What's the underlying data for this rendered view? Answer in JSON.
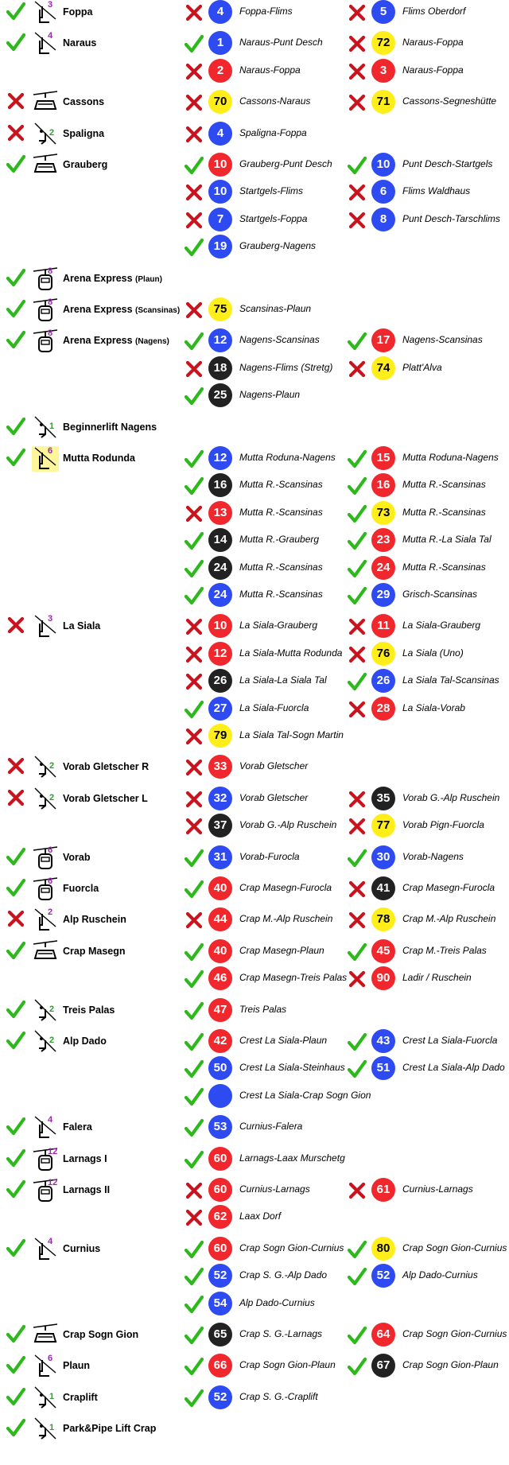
{
  "colors": {
    "open": "#2db81c",
    "closed": "#c8141e",
    "blue": "#2d4bf0",
    "red": "#f0282d",
    "black": "#222222",
    "yellow": "#ffee1a",
    "number": "#9c27b0",
    "number_green": "#2e9e2e"
  },
  "rows": [
    {
      "status": "open",
      "icon": "chairlift-icon",
      "capacity": "3",
      "name": "Foppa",
      "runs": [
        [
          {
            "status": "closed",
            "color": "blue",
            "number": "4",
            "name": "Foppa-Flims"
          },
          {
            "status": "closed",
            "color": "blue",
            "number": "5",
            "name": "Flims Oberdorf"
          }
        ]
      ]
    },
    {
      "status": "open",
      "icon": "chairlift-icon",
      "capacity": "4",
      "name": "Naraus",
      "runs": [
        [
          {
            "status": "open",
            "color": "blue",
            "number": "1",
            "name": "Naraus-Punt Desch"
          },
          {
            "status": "closed",
            "color": "yellow",
            "number": "72",
            "name": "Naraus-Foppa"
          }
        ],
        [
          {
            "status": "closed",
            "color": "red",
            "number": "2",
            "name": "Naraus-Foppa"
          },
          {
            "status": "closed",
            "color": "red",
            "number": "3",
            "name": "Naraus-Foppa"
          }
        ]
      ]
    },
    {
      "status": "closed",
      "icon": "aerial-tram-icon",
      "capacity": "",
      "name": "Cassons",
      "runs": [
        [
          {
            "status": "closed",
            "color": "yellow",
            "number": "70",
            "name": "Cassons-Naraus"
          },
          {
            "status": "closed",
            "color": "yellow",
            "number": "71",
            "name": "Cassons-Segneshütte"
          }
        ]
      ]
    },
    {
      "status": "closed",
      "icon": "draglift-icon",
      "capacity": "2",
      "name": "Spaligna",
      "runs": [
        [
          {
            "status": "closed",
            "color": "blue",
            "number": "4",
            "name": "Spaligna-Foppa"
          }
        ]
      ]
    },
    {
      "status": "open",
      "icon": "aerial-tram-icon",
      "capacity": "",
      "name": "Grauberg",
      "runs": [
        [
          {
            "status": "open",
            "color": "red",
            "number": "10",
            "name": "Grauberg-Punt Desch"
          },
          {
            "status": "open",
            "color": "blue",
            "number": "10",
            "name": "Punt Desch-Startgels"
          }
        ],
        [
          {
            "status": "closed",
            "color": "blue",
            "number": "10",
            "name": "Startgels-Flims"
          },
          {
            "status": "closed",
            "color": "blue",
            "number": "6",
            "name": "Flims Waldhaus"
          }
        ],
        [
          {
            "status": "closed",
            "color": "blue",
            "number": "7",
            "name": "Startgels-Foppa"
          },
          {
            "status": "closed",
            "color": "blue",
            "number": "8",
            "name": "Punt Desch-Tarschlims"
          }
        ],
        [
          {
            "status": "open",
            "color": "blue",
            "number": "19",
            "name": "Grauberg-Nagens"
          }
        ]
      ]
    },
    {
      "status": "open",
      "icon": "gondola-icon",
      "capacity": "8",
      "name": "Arena Express",
      "sub": "(Plaun)",
      "runs": []
    },
    {
      "status": "open",
      "icon": "gondola-icon",
      "capacity": "8",
      "name": "Arena Express",
      "sub": "(Scansinas)",
      "runs": [
        [
          {
            "status": "closed",
            "color": "yellow",
            "number": "75",
            "name": "Scansinas-Plaun"
          }
        ]
      ]
    },
    {
      "status": "open",
      "icon": "gondola-icon",
      "capacity": "8",
      "name": "Arena Express",
      "sub": "(Nagens)",
      "runs": [
        [
          {
            "status": "open",
            "color": "blue",
            "number": "12",
            "name": "Nagens-Scansinas"
          },
          {
            "status": "open",
            "color": "red",
            "number": "17",
            "name": "Nagens-Scansinas"
          }
        ],
        [
          {
            "status": "closed",
            "color": "black",
            "number": "18",
            "name": "Nagens-Flims (Stretg)"
          },
          {
            "status": "closed",
            "color": "yellow",
            "number": "74",
            "name": "Platt'Alva"
          }
        ],
        [
          {
            "status": "open",
            "color": "black",
            "number": "25",
            "name": "Nagens-Plaun"
          }
        ]
      ]
    },
    {
      "status": "open",
      "icon": "draglift-icon",
      "capacity": "1",
      "name": "Beginnerlift Nagens",
      "runs": []
    },
    {
      "status": "open",
      "icon": "chairlift-icon",
      "capacity": "6",
      "name": "Mutta Rodunda",
      "highlight": true,
      "runs": [
        [
          {
            "status": "open",
            "color": "blue",
            "number": "12",
            "name": "Mutta Roduna-Nagens"
          },
          {
            "status": "open",
            "color": "red",
            "number": "15",
            "name": "Mutta Roduna-Nagens"
          }
        ],
        [
          {
            "status": "open",
            "color": "black",
            "number": "16",
            "name": "Mutta R.-Scansinas"
          },
          {
            "status": "open",
            "color": "red",
            "number": "16",
            "name": "Mutta R.-Scansinas"
          }
        ],
        [
          {
            "status": "closed",
            "color": "red",
            "number": "13",
            "name": "Mutta R.-Scansinas"
          },
          {
            "status": "open",
            "color": "yellow",
            "number": "73",
            "name": "Mutta R.-Scansinas"
          }
        ],
        [
          {
            "status": "open",
            "color": "black",
            "number": "14",
            "name": "Mutta R.-Grauberg"
          },
          {
            "status": "open",
            "color": "red",
            "number": "23",
            "name": "Mutta R.-La Siala Tal"
          }
        ],
        [
          {
            "status": "open",
            "color": "black",
            "number": "24",
            "name": "Mutta R.-Scansinas"
          },
          {
            "status": "open",
            "color": "red",
            "number": "24",
            "name": "Mutta R.-Scansinas"
          }
        ],
        [
          {
            "status": "open",
            "color": "blue",
            "number": "24",
            "name": "Mutta R.-Scansinas"
          },
          {
            "status": "open",
            "color": "blue",
            "number": "29",
            "name": "Grisch-Scansinas"
          }
        ]
      ]
    },
    {
      "status": "closed",
      "icon": "chairlift-icon",
      "capacity": "3",
      "name": "La Siala",
      "runs": [
        [
          {
            "status": "closed",
            "color": "red",
            "number": "10",
            "name": "La Siala-Grauberg"
          },
          {
            "status": "closed",
            "color": "red",
            "number": "11",
            "name": "La Siala-Grauberg"
          }
        ],
        [
          {
            "status": "closed",
            "color": "red",
            "number": "12",
            "name": "La Siala-Mutta Rodunda"
          },
          {
            "status": "closed",
            "color": "yellow",
            "number": "76",
            "name": "La Siala (Uno)"
          }
        ],
        [
          {
            "status": "closed",
            "color": "black",
            "number": "26",
            "name": "La Siala-La Siala Tal"
          },
          {
            "status": "open",
            "color": "blue",
            "number": "26",
            "name": "La Siala Tal-Scansinas"
          }
        ],
        [
          {
            "status": "open",
            "color": "blue",
            "number": "27",
            "name": "La Siala-Fuorcla"
          },
          {
            "status": "closed",
            "color": "red",
            "number": "28",
            "name": "La Siala-Vorab"
          }
        ],
        [
          {
            "status": "closed",
            "color": "yellow",
            "number": "79",
            "name": "La Siala Tal-Sogn Martin"
          }
        ]
      ]
    },
    {
      "status": "closed",
      "icon": "draglift-icon",
      "capacity": "2",
      "name": "Vorab Gletscher R",
      "runs": [
        [
          {
            "status": "closed",
            "color": "red",
            "number": "33",
            "name": "Vorab Gletscher"
          }
        ]
      ]
    },
    {
      "status": "closed",
      "icon": "draglift-icon",
      "capacity": "2",
      "name": "Vorab Gletscher L",
      "runs": [
        [
          {
            "status": "closed",
            "color": "blue",
            "number": "32",
            "name": "Vorab Gletscher"
          },
          {
            "status": "closed",
            "color": "black",
            "number": "35",
            "name": "Vorab G.-Alp Ruschein"
          }
        ],
        [
          {
            "status": "closed",
            "color": "black",
            "number": "37",
            "name": "Vorab G.-Alp Ruschein"
          },
          {
            "status": "closed",
            "color": "yellow",
            "number": "77",
            "name": "Vorab Pign-Fuorcla"
          }
        ]
      ]
    },
    {
      "status": "open",
      "icon": "gondola-icon",
      "capacity": "6",
      "name": "Vorab",
      "runs": [
        [
          {
            "status": "open",
            "color": "blue",
            "number": "31",
            "name": "Vorab-Furocla"
          },
          {
            "status": "open",
            "color": "blue",
            "number": "30",
            "name": "Vorab-Nagens"
          }
        ]
      ]
    },
    {
      "status": "open",
      "icon": "gondola-icon",
      "capacity": "6",
      "name": "Fuorcla",
      "runs": [
        [
          {
            "status": "open",
            "color": "red",
            "number": "40",
            "name": "Crap Masegn-Furocla"
          },
          {
            "status": "closed",
            "color": "black",
            "number": "41",
            "name": "Crap Masegn-Furocla"
          }
        ]
      ]
    },
    {
      "status": "closed",
      "icon": "chairlift-icon",
      "capacity": "2",
      "name": "Alp Ruschein",
      "runs": [
        [
          {
            "status": "closed",
            "color": "red",
            "number": "44",
            "name": "Crap M.-Alp Ruschein"
          },
          {
            "status": "closed",
            "color": "yellow",
            "number": "78",
            "name": "Crap M.-Alp Ruschein"
          }
        ]
      ]
    },
    {
      "status": "open",
      "icon": "aerial-tram-icon",
      "capacity": "",
      "name": "Crap Masegn",
      "runs": [
        [
          {
            "status": "open",
            "color": "red",
            "number": "40",
            "name": "Crap Masegn-Plaun"
          },
          {
            "status": "open",
            "color": "red",
            "number": "45",
            "name": "Crap M.-Treis Palas"
          }
        ],
        [
          {
            "status": "open",
            "color": "red",
            "number": "46",
            "name": "Crap Masegn-Treis Palas"
          },
          {
            "status": "closed",
            "color": "red",
            "number": "90",
            "name": "Ladir / Ruschein"
          }
        ]
      ]
    },
    {
      "status": "open",
      "icon": "draglift-icon",
      "capacity": "2",
      "name": "Treis Palas",
      "runs": [
        [
          {
            "status": "open",
            "color": "red",
            "number": "47",
            "name": "Treis Palas"
          }
        ]
      ]
    },
    {
      "status": "open",
      "icon": "draglift-icon",
      "capacity": "2",
      "name": "Alp Dado",
      "runs": [
        [
          {
            "status": "open",
            "color": "red",
            "number": "42",
            "name": "Crest La Siala-Plaun"
          },
          {
            "status": "open",
            "color": "blue",
            "number": "43",
            "name": "Crest La Siala-Fuorcla"
          }
        ],
        [
          {
            "status": "open",
            "color": "blue",
            "number": "50",
            "name": "Crest La Siala-Steinhaus"
          },
          {
            "status": "open",
            "color": "blue",
            "number": "51",
            "name": "Crest La Siala-Alp Dado"
          }
        ],
        [
          {
            "status": "open",
            "color": "blue",
            "number": "",
            "name": "Crest La Siala-Crap Sogn Gion"
          }
        ]
      ]
    },
    {
      "status": "open",
      "icon": "chairlift-icon",
      "capacity": "4",
      "name": "Falera",
      "runs": [
        [
          {
            "status": "open",
            "color": "blue",
            "number": "53",
            "name": "Curnius-Falera"
          }
        ]
      ]
    },
    {
      "status": "open",
      "icon": "gondola-icon",
      "capacity": "12",
      "name": "Larnags I",
      "runs": [
        [
          {
            "status": "open",
            "color": "red",
            "number": "60",
            "name": "Larnags-Laax Murschetg"
          }
        ]
      ]
    },
    {
      "status": "open",
      "icon": "gondola-icon",
      "capacity": "12",
      "name": "Larnags II",
      "runs": [
        [
          {
            "status": "closed",
            "color": "red",
            "number": "60",
            "name": "Curnius-Larnags"
          },
          {
            "status": "closed",
            "color": "red",
            "number": "61",
            "name": "Curnius-Larnags"
          }
        ],
        [
          {
            "status": "closed",
            "color": "red",
            "number": "62",
            "name": "Laax Dorf"
          }
        ]
      ]
    },
    {
      "status": "open",
      "icon": "chairlift-icon",
      "capacity": "4",
      "name": "Curnius",
      "runs": [
        [
          {
            "status": "open",
            "color": "red",
            "number": "60",
            "name": "Crap Sogn Gion-Curnius"
          },
          {
            "status": "open",
            "color": "yellow",
            "number": "80",
            "name": "Crap Sogn Gion-Curnius"
          }
        ],
        [
          {
            "status": "open",
            "color": "blue",
            "number": "52",
            "name": "Crap S. G.-Alp Dado"
          },
          {
            "status": "open",
            "color": "blue",
            "number": "52",
            "name": "Alp Dado-Curnius"
          }
        ],
        [
          {
            "status": "open",
            "color": "blue",
            "number": "54",
            "name": "Alp Dado-Curnius"
          }
        ]
      ]
    },
    {
      "status": "open",
      "icon": "aerial-tram-icon",
      "capacity": "",
      "name": "Crap Sogn Gion",
      "runs": [
        [
          {
            "status": "open",
            "color": "black",
            "number": "65",
            "name": "Crap S. G.-Larnags"
          },
          {
            "status": "open",
            "color": "red",
            "number": "64",
            "name": "Crap Sogn Gion-Curnius"
          }
        ]
      ]
    },
    {
      "status": "open",
      "icon": "chairlift-icon",
      "capacity": "6",
      "name": "Plaun",
      "runs": [
        [
          {
            "status": "open",
            "color": "red",
            "number": "66",
            "name": "Crap Sogn Gion-Plaun"
          },
          {
            "status": "open",
            "color": "black",
            "number": "67",
            "name": "Crap Sogn Gion-Plaun"
          }
        ]
      ]
    },
    {
      "status": "open",
      "icon": "draglift-icon",
      "capacity": "1",
      "name": "Craplift",
      "runs": [
        [
          {
            "status": "open",
            "color": "blue",
            "number": "52",
            "name": "Crap S. G.-Craplift"
          }
        ]
      ]
    },
    {
      "status": "open",
      "icon": "draglift-icon",
      "capacity": "1",
      "name": "Park&Pipe Lift Crap",
      "runs": []
    }
  ]
}
